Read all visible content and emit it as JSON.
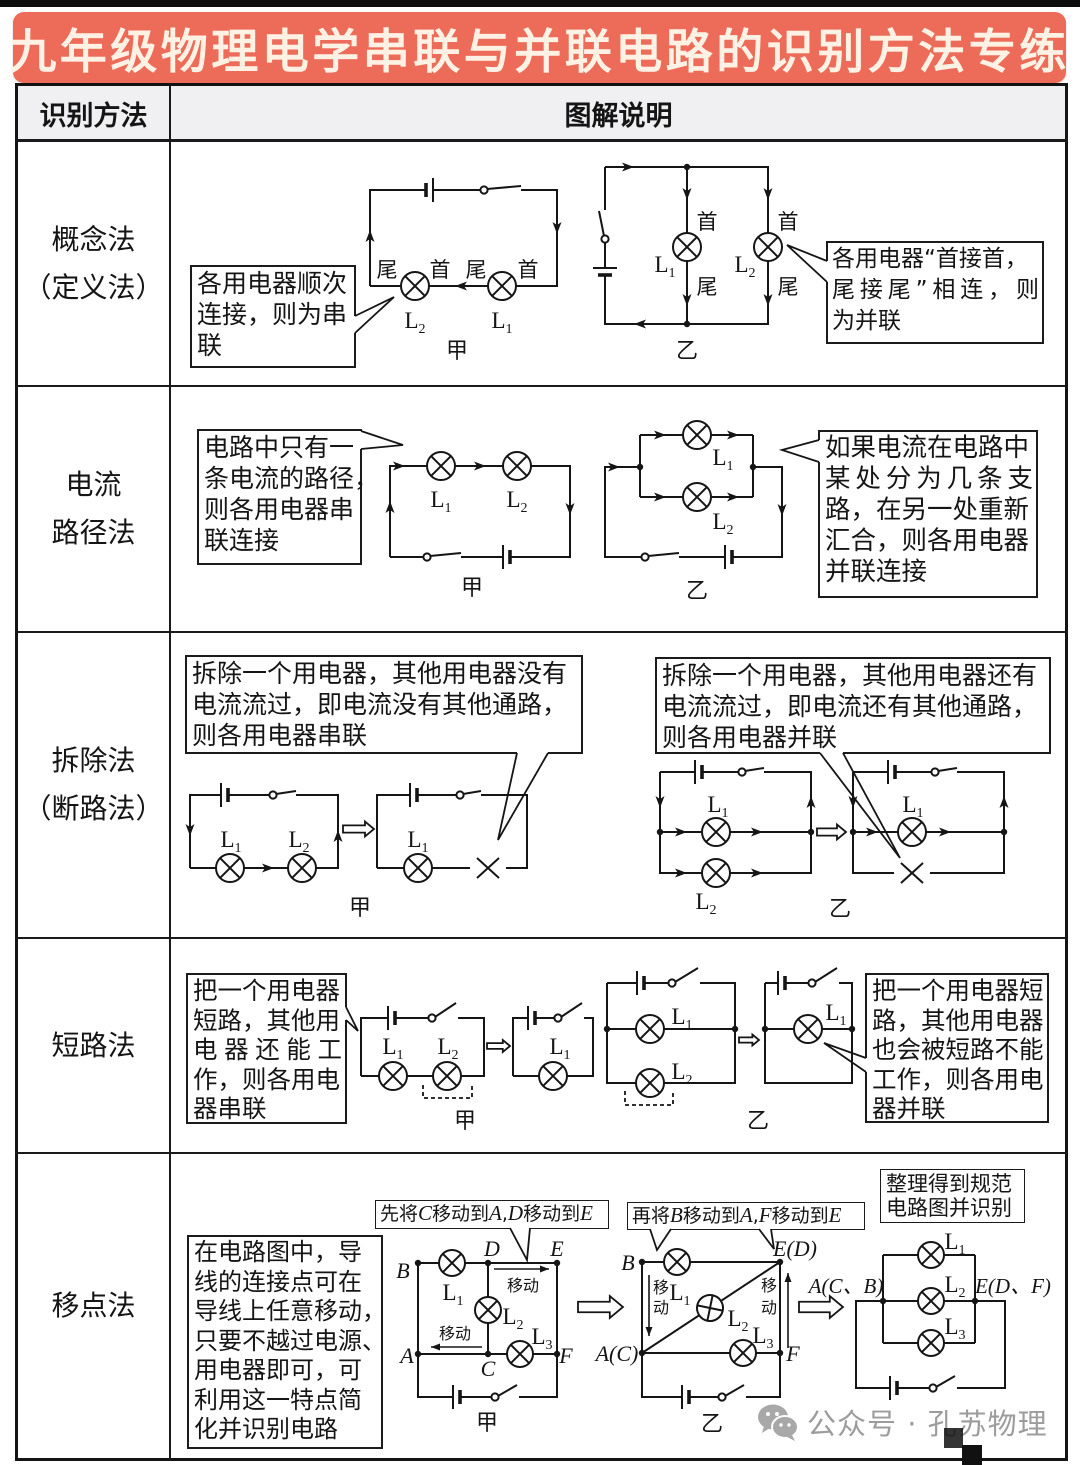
{
  "page": {
    "title": "九年级物理电学串联与并联电路的识别方法专练"
  },
  "colors": {
    "banner": "#EC6B59",
    "banner_text": "#FFF2E4",
    "ink": "#151515",
    "header_bg": "#F0F0F2",
    "watermark": "#9C9C9C"
  },
  "table": {
    "header": {
      "method": "识别方法",
      "explanation": "图解说明"
    },
    "rows": [
      {
        "method": [
          "概念法",
          "（定义法）"
        ],
        "callouts": {
          "series": [
            "各用电器顺次",
            "连接，则为串",
            "联"
          ],
          "parallel": [
            "各用电器“首接首，",
            "尾接尾”相连，则",
            "为并联"
          ]
        },
        "captions": [
          "甲",
          "乙"
        ]
      },
      {
        "method": [
          "电流",
          "路径法"
        ],
        "callouts": {
          "series": [
            "电路中只有一",
            "条电流的路径，",
            "则各用电器串",
            "联连接"
          ],
          "parallel": [
            "如果电流在电路中",
            "某处分为几条支",
            "路，在另一处重新",
            "汇合，则各用电器",
            "并联连接"
          ]
        },
        "captions": [
          "甲",
          "乙"
        ]
      },
      {
        "method": [
          "拆除法",
          "（断路法）"
        ],
        "callouts": {
          "series": [
            "拆除一个用电器，其他用电器没有",
            "电流流过，即电流没有其他通路，",
            "则各用电器串联"
          ],
          "parallel": [
            "拆除一个用电器，其他用电器还有",
            "电流流过，即电流还有其他通路，",
            "则各用电器并联"
          ]
        },
        "captions": [
          "甲",
          "乙"
        ]
      },
      {
        "method": [
          "短路法"
        ],
        "callouts": {
          "series": [
            "把一个用电器",
            "短路，其他用",
            "电器还能工",
            "作，则各用电",
            "器串联"
          ],
          "parallel": [
            "把一个用电器短",
            "路，其他用电器",
            "也会被短路不能",
            "工作，则各用电",
            "器并联"
          ]
        },
        "captions": [
          "甲",
          "乙"
        ]
      },
      {
        "method": [
          "移点法"
        ],
        "callouts": {
          "note": [
            "在电路图中，导",
            "线的连接点可在",
            "导线上任意移动，",
            "只要不越过电源、",
            "用电器即可，可",
            "利用这一特点简",
            "化并识别电路"
          ]
        },
        "steps": {
          "first": "先将C移动到A,D移动到E",
          "second": "再将B移动到A,F移动到E",
          "final": [
            "整理得到规范",
            "电路图并识别"
          ]
        },
        "captions": [
          "甲",
          "乙"
        ]
      }
    ]
  },
  "circuit_text": {
    "lamp_letter": "L",
    "lamp_index": [
      "1",
      "2",
      "3"
    ],
    "head": "首",
    "tail": "尾",
    "move": "移动",
    "move_vertical": [
      "移",
      "动"
    ]
  },
  "move_point_labels": {
    "step1": {
      "A": "A",
      "B": "B",
      "C": "C",
      "D": "D",
      "E": "E",
      "F": "F"
    },
    "step2": {
      "B": "B",
      "ED": "E(D)",
      "AC": "A(C)",
      "F": "F"
    },
    "step3": {
      "left": "A(C、B)",
      "right": "E(D、F)"
    }
  },
  "icons": {
    "lamp": "lamp-icon",
    "battery": "battery-icon",
    "switch": "switch-icon",
    "current_arrow": "current-direction-arrow-icon",
    "transform_arrow": "transform-arrow-icon",
    "removed_lamp": "removed-lamp-icon",
    "junction": "junction-node"
  },
  "watermark": {
    "icon": "wechat-icon",
    "text": "公众号 · 孔苏物理"
  }
}
